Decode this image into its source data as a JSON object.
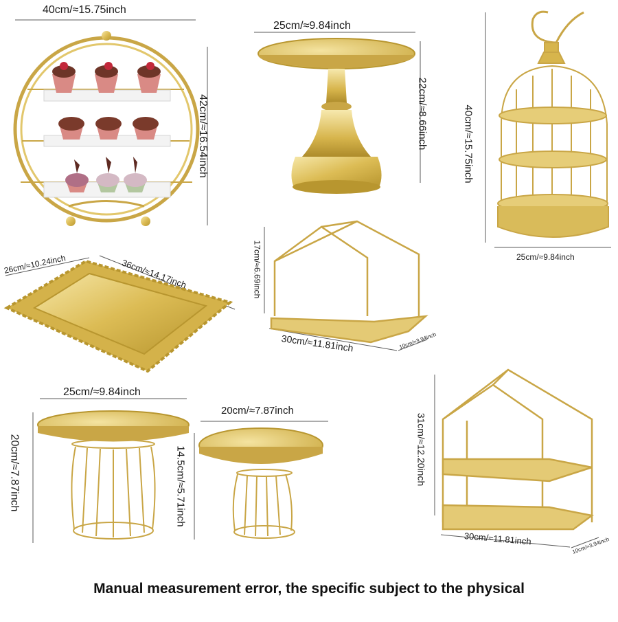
{
  "caption": "Manual measurement error, the specific subject to the physical",
  "palette": {
    "gold_light": "#f3e3a0",
    "gold": "#d9b84f",
    "gold_dark": "#a9872a",
    "dimension_line": "#555555",
    "shelf_white": "#f4f4f4"
  },
  "products": {
    "round_tier_stand": {
      "width": "40cm/≈15.75inch",
      "height": "42cm/≈16.54inch"
    },
    "pedestal_cake_stand": {
      "width": "25cm/≈9.84inch",
      "height": "22cm/≈8.66inch"
    },
    "birdcage_stand": {
      "height": "40cm/≈15.75inch",
      "width": "25cm/≈9.84inch"
    },
    "lace_tray": {
      "width": "26cm/≈10.24inch",
      "length": "36cm/≈14.17inch"
    },
    "house_shelf_small": {
      "height": "17cm/≈6.69inch",
      "width": "30cm/≈11.81inch",
      "depth": "10cm/≈3.94inch"
    },
    "cage_table_large": {
      "width": "25cm/≈9.84inch",
      "height": "20cm/≈7.87inch"
    },
    "cage_table_small": {
      "width": "20cm/≈7.87inch",
      "height": "14.5cm/≈5.71inch"
    },
    "house_shelf_tall": {
      "height": "31cm/≈12.20inch",
      "width": "30cm/≈11.81inch",
      "depth": "10cm/≈3.94inch"
    }
  }
}
